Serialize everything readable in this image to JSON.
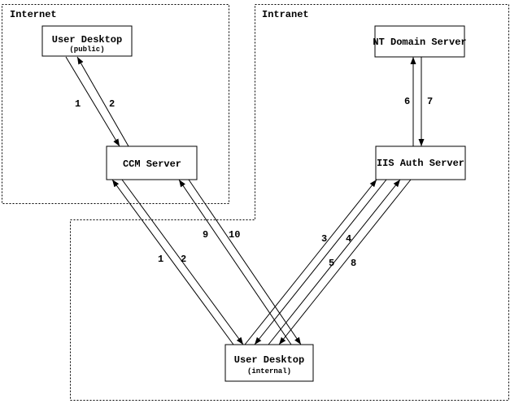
{
  "diagram": {
    "zones": {
      "internet": {
        "label": "Internet"
      },
      "intranet": {
        "label": "Intranet"
      }
    },
    "nodes": {
      "user_desktop_public": {
        "title": "User Desktop",
        "subtitle": "(public)"
      },
      "nt_domain_server": {
        "title": "NT Domain Server"
      },
      "ccm_server": {
        "title": "CCM Server"
      },
      "iis_auth_server": {
        "title": "IIS Auth Server"
      },
      "user_desktop_internal": {
        "title": "User Desktop",
        "subtitle": "(internal)"
      }
    },
    "arrow_labels": {
      "public_ccm_1": "1",
      "public_ccm_2": "2",
      "internal_ccm_1": "1",
      "internal_ccm_2": "2",
      "iis_3": "3",
      "iis_4": "4",
      "iis_5": "5",
      "iis_8": "8",
      "nt_6": "6",
      "nt_7": "7",
      "ccm_9": "9",
      "ccm_10": "10"
    },
    "colors": {
      "line": "#000000",
      "background": "#ffffff"
    }
  }
}
